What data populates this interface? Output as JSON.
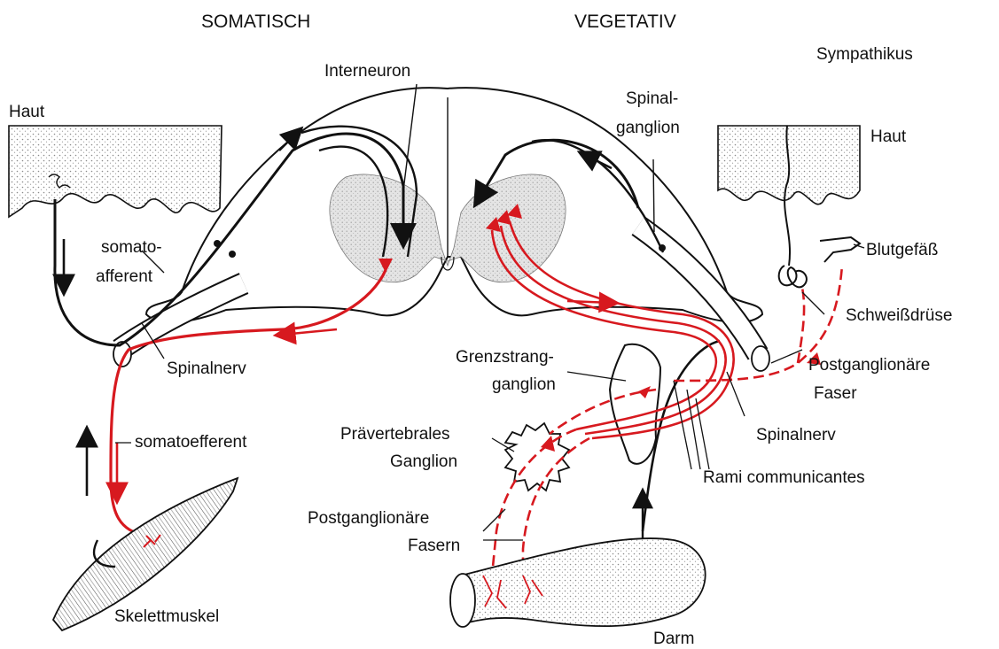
{
  "headings": {
    "somatic": "SOMATISCH",
    "vegetative": "VEGETATIV",
    "sympathetic": "Sympathikus"
  },
  "labels": {
    "haut_left": "Haut",
    "interneuron": "Interneuron",
    "spinalganglion_line1": "Spinal-",
    "spinalganglion_line2": "ganglion",
    "haut_right": "Haut",
    "somatoafferent_line1": "somato-",
    "somatoafferent_line2": "afferent",
    "blutgefaess": "Blutgefäß",
    "schweissdruese": "Schweißdrüse",
    "spinalnerv_left": "Spinalnerv",
    "grenzstrang_line1": "Grenzstrang-",
    "grenzstrang_line2": "ganglion",
    "postganglionaere_faser_line1": "Postganglionäre",
    "postganglionaere_faser_line2": "Faser",
    "somatoefferent": "somatoefferent",
    "spinalnerv_right": "Spinalnerv",
    "praevertebrales_line1": "Prävertebrales",
    "praevertebrales_line2": "Ganglion",
    "rami_communicantes": "Rami communicantes",
    "postganglionaere_fasern_line1": "Postganglionäre",
    "postganglionaere_fasern_line2": "Fasern",
    "skelettmuskel": "Skelettmuskel",
    "darm": "Darm"
  },
  "colors": {
    "efferent_red": "#d7191f",
    "afferent_black": "#111111",
    "gray_matter": "#d9d9d9",
    "stipple": "#9a9a9a"
  }
}
